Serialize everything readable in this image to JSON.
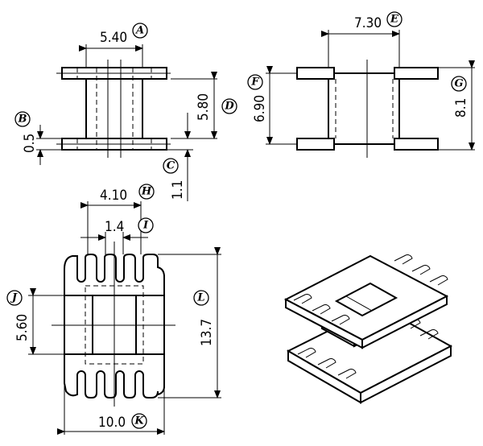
{
  "dimensions": {
    "A": {
      "value": "5.40",
      "label": "A"
    },
    "B": {
      "value": "0.5",
      "label": "B"
    },
    "C": {
      "value": "1.1",
      "label": "C"
    },
    "D": {
      "value": "5.80",
      "label": "D"
    },
    "E": {
      "value": "7.30",
      "label": "E"
    },
    "F": {
      "value": "6.90",
      "label": "F"
    },
    "G": {
      "value": "8.1",
      "label": "G"
    },
    "H": {
      "value": "4.10",
      "label": "H"
    },
    "I": {
      "value": "1.4",
      "label": "I"
    },
    "J": {
      "value": "5.60",
      "label": "J"
    },
    "K": {
      "value": "10.0",
      "label": "K"
    },
    "L": {
      "value": "13.7",
      "label": "L"
    }
  }
}
